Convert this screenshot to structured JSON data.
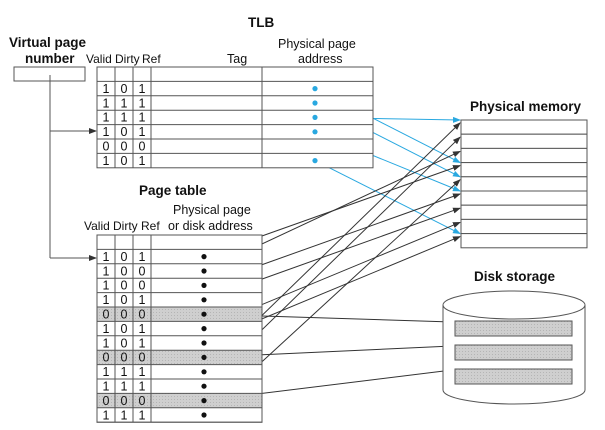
{
  "vpn": {
    "label_line1": "Virtual page",
    "label_line2": "number"
  },
  "tlb": {
    "title": "TLB",
    "headers": {
      "valid": "Valid",
      "dirty": "Dirty",
      "ref": "Ref",
      "tag": "Tag",
      "ppa_line1": "Physical page",
      "ppa_line2": "address"
    },
    "rows": [
      {
        "valid": "1",
        "dirty": "0",
        "ref": "1",
        "maps_to": {
          "target": "memory",
          "frame": 3
        }
      },
      {
        "valid": "1",
        "dirty": "1",
        "ref": "1",
        "maps_to": {
          "target": "memory",
          "frame": 4
        }
      },
      {
        "valid": "1",
        "dirty": "1",
        "ref": "1",
        "maps_to": {
          "target": "memory",
          "frame": 0
        }
      },
      {
        "valid": "1",
        "dirty": "0",
        "ref": "1",
        "maps_to": {
          "target": "memory",
          "frame": 5
        }
      },
      {
        "valid": "0",
        "dirty": "0",
        "ref": "0",
        "maps_to": null
      },
      {
        "valid": "1",
        "dirty": "0",
        "ref": "1",
        "maps_to": {
          "target": "memory",
          "frame": 8
        }
      }
    ]
  },
  "page_table": {
    "title": "Page table",
    "headers": {
      "valid": "Valid",
      "dirty": "Dirty",
      "ref": "Ref",
      "addr_line1": "Physical page",
      "addr_line2": "or disk address"
    },
    "rows": [
      {
        "valid": "1",
        "dirty": "0",
        "ref": "1",
        "maps_to": {
          "target": "memory",
          "frame": 3
        }
      },
      {
        "valid": "1",
        "dirty": "0",
        "ref": "0",
        "maps_to": {
          "target": "memory",
          "frame": 2
        }
      },
      {
        "valid": "1",
        "dirty": "0",
        "ref": "0",
        "maps_to": {
          "target": "memory",
          "frame": 5
        }
      },
      {
        "valid": "1",
        "dirty": "0",
        "ref": "1",
        "maps_to": {
          "target": "memory",
          "frame": 6
        }
      },
      {
        "valid": "0",
        "dirty": "0",
        "ref": "0",
        "maps_to": {
          "target": "disk",
          "block": 0
        }
      },
      {
        "valid": "1",
        "dirty": "0",
        "ref": "1",
        "maps_to": {
          "target": "memory",
          "frame": 7
        }
      },
      {
        "valid": "1",
        "dirty": "0",
        "ref": "1",
        "maps_to": {
          "target": "memory",
          "frame": 8
        }
      },
      {
        "valid": "0",
        "dirty": "0",
        "ref": "0",
        "maps_to": {
          "target": "disk",
          "block": 1
        }
      },
      {
        "valid": "1",
        "dirty": "1",
        "ref": "1",
        "maps_to": {
          "target": "memory",
          "frame": 0
        }
      },
      {
        "valid": "1",
        "dirty": "1",
        "ref": "1",
        "maps_to": {
          "target": "memory",
          "frame": 1
        }
      },
      {
        "valid": "0",
        "dirty": "0",
        "ref": "0",
        "maps_to": {
          "target": "disk",
          "block": 2
        }
      },
      {
        "valid": "1",
        "dirty": "1",
        "ref": "1",
        "maps_to": {
          "target": "memory",
          "frame": 4
        }
      }
    ]
  },
  "physical_memory": {
    "title": "Physical memory",
    "frames": 9
  },
  "disk": {
    "title": "Disk storage",
    "blocks": 3
  },
  "colors": {
    "tlb_link": "#29a8e0",
    "pt_link": "#333333",
    "invalid_row": "#c8c8c8",
    "line": "#555555"
  }
}
